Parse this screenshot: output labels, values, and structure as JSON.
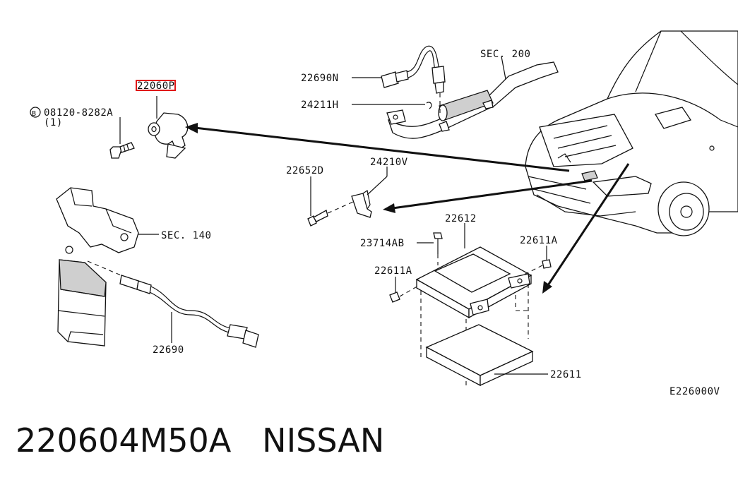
{
  "diagram": {
    "labels": {
      "p22060": "22060P",
      "p08120": "08120-8282A",
      "p08120_circle": "B",
      "p08120_qty": "(1)",
      "sec140": "SEC. 140",
      "p22690": "22690",
      "p22690N": "22690N",
      "p24211H": "24211H",
      "sec200": "SEC. 200",
      "p22652D": "22652D",
      "p24210V": "24210V",
      "p22612": "22612",
      "p23714AB": "23714AB",
      "p22611A_right": "22611A",
      "p22611A_left": "22611A",
      "p22611": "22611",
      "figure_code": "E226000V"
    },
    "highlight_color": "#e01818"
  },
  "caption": "220604M50A   NISSAN"
}
